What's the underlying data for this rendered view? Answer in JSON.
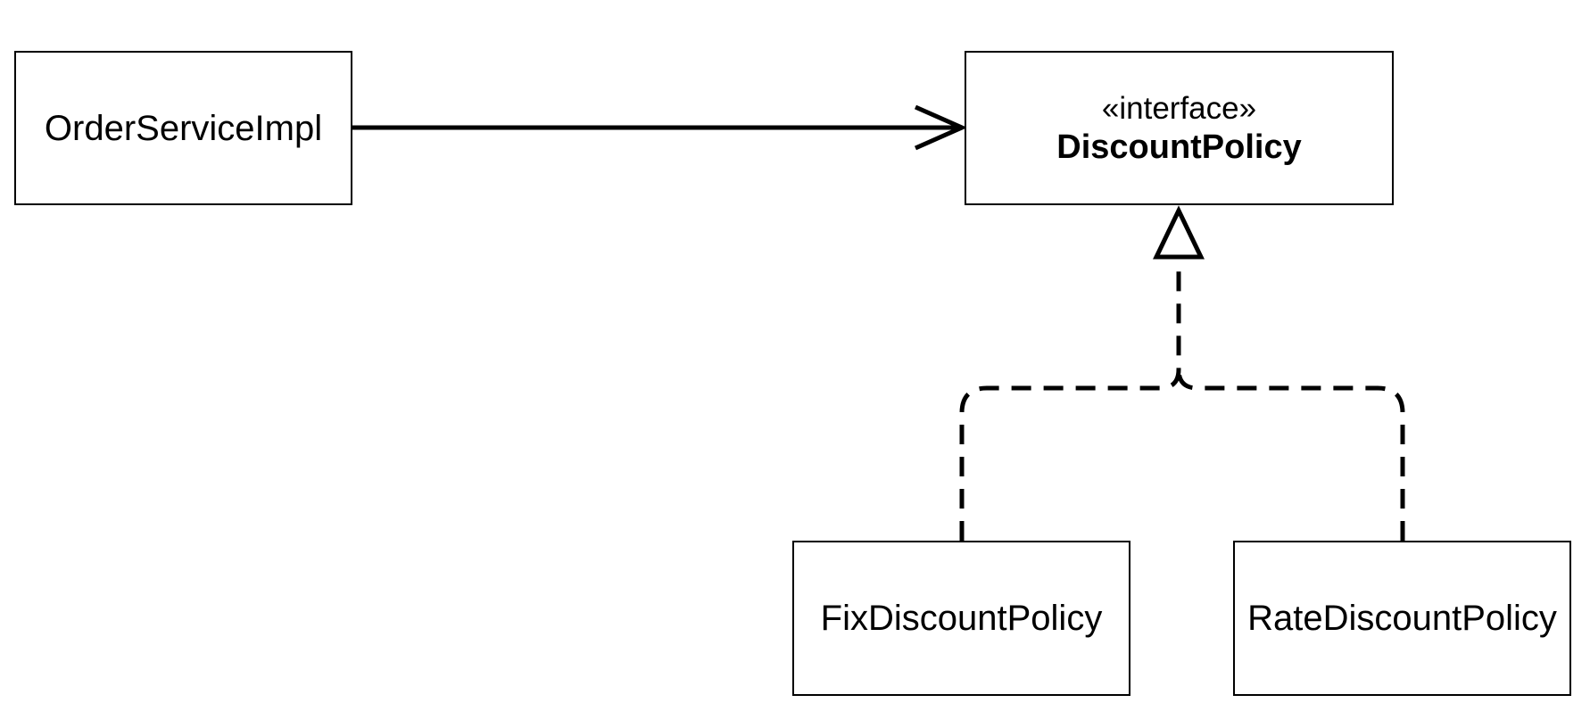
{
  "diagram": {
    "classes": [
      {
        "id": "order",
        "name": "OrderServiceImpl"
      },
      {
        "id": "fix",
        "name": "FixDiscountPolicy"
      },
      {
        "id": "rate",
        "name": "RateDiscountPolicy"
      }
    ],
    "interface": {
      "stereotype": "«interface»",
      "name": "DiscountPolicy"
    },
    "relations": [
      {
        "from": "OrderServiceImpl",
        "to": "DiscountPolicy",
        "type": "dependency"
      },
      {
        "from": "FixDiscountPolicy",
        "to": "DiscountPolicy",
        "type": "realization"
      },
      {
        "from": "RateDiscountPolicy",
        "to": "DiscountPolicy",
        "type": "realization"
      }
    ]
  }
}
